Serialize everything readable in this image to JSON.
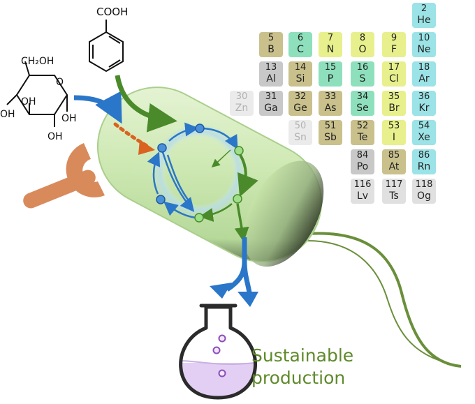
{
  "glucose": {
    "labels": {
      "ch2oh": "CH₂OH",
      "oh_1": "OH",
      "oh_2": "OH",
      "oh_3": "OH",
      "oh_4": "OH"
    }
  },
  "benzoic_acid": {
    "label": "COOH"
  },
  "caption": {
    "line1": "Sustainable",
    "line2": "production"
  },
  "periodic_table": [
    {
      "num": "2",
      "sym": "He",
      "color": "#9be3e6",
      "faded": false
    },
    {
      "num": "5",
      "sym": "B",
      "color": "#c9c08c",
      "faded": false
    },
    {
      "num": "6",
      "sym": "C",
      "color": "#8ee0bc",
      "faded": false
    },
    {
      "num": "7",
      "sym": "N",
      "color": "#e7f08c",
      "faded": false
    },
    {
      "num": "8",
      "sym": "O",
      "color": "#e7f08c",
      "faded": false
    },
    {
      "num": "9",
      "sym": "F",
      "color": "#e7f08c",
      "faded": false
    },
    {
      "num": "10",
      "sym": "Ne",
      "color": "#9be3e6",
      "faded": false
    },
    {
      "num": "13",
      "sym": "Al",
      "color": "#c8c8c8",
      "faded": false
    },
    {
      "num": "14",
      "sym": "Si",
      "color": "#c9c08c",
      "faded": false
    },
    {
      "num": "15",
      "sym": "P",
      "color": "#8ee0bc",
      "faded": false
    },
    {
      "num": "16",
      "sym": "S",
      "color": "#8ee0bc",
      "faded": false
    },
    {
      "num": "17",
      "sym": "Cl",
      "color": "#e7f08c",
      "faded": false
    },
    {
      "num": "18",
      "sym": "Ar",
      "color": "#9be3e6",
      "faded": false
    },
    {
      "num": "30",
      "sym": "Zn",
      "color": "#c8c8c8",
      "faded": true
    },
    {
      "num": "31",
      "sym": "Ga",
      "color": "#c8c8c8",
      "faded": false
    },
    {
      "num": "32",
      "sym": "Ge",
      "color": "#c9c08c",
      "faded": false
    },
    {
      "num": "33",
      "sym": "As",
      "color": "#c9c08c",
      "faded": false
    },
    {
      "num": "34",
      "sym": "Se",
      "color": "#8ee0bc",
      "faded": false
    },
    {
      "num": "35",
      "sym": "Br",
      "color": "#e7f08c",
      "faded": false
    },
    {
      "num": "36",
      "sym": "Kr",
      "color": "#9be3e6",
      "faded": false
    },
    {
      "num": "50",
      "sym": "Sn",
      "color": "#c8c8c8",
      "faded": true
    },
    {
      "num": "51",
      "sym": "Sb",
      "color": "#c9c08c",
      "faded": false
    },
    {
      "num": "52",
      "sym": "Te",
      "color": "#c9c08c",
      "faded": false
    },
    {
      "num": "53",
      "sym": "I",
      "color": "#e7f08c",
      "faded": false
    },
    {
      "num": "54",
      "sym": "Xe",
      "color": "#9be3e6",
      "faded": false
    },
    {
      "num": "84",
      "sym": "Po",
      "color": "#c8c8c8",
      "faded": false
    },
    {
      "num": "85",
      "sym": "At",
      "color": "#c9c08c",
      "faded": false
    },
    {
      "num": "86",
      "sym": "Rn",
      "color": "#9be3e6",
      "faded": false
    },
    {
      "num": "116",
      "sym": "Lv",
      "color": "#e0e0e0",
      "faded": false
    },
    {
      "num": "117",
      "sym": "Ts",
      "color": "#e0e0e0",
      "faded": false
    },
    {
      "num": "118",
      "sym": "Og",
      "color": "#e0e0e0",
      "faded": false
    }
  ],
  "colors": {
    "cell_body": "#cfe9b4",
    "flagellum": "#6a8f3a",
    "wrench": "#d98a5b",
    "pathway_blue": "#2a76c9",
    "pathway_green": "#4a8a2a",
    "dotted_orange": "#d9631f",
    "flask_liquid": "#e3cff3",
    "caption": "#5e8a2a"
  }
}
